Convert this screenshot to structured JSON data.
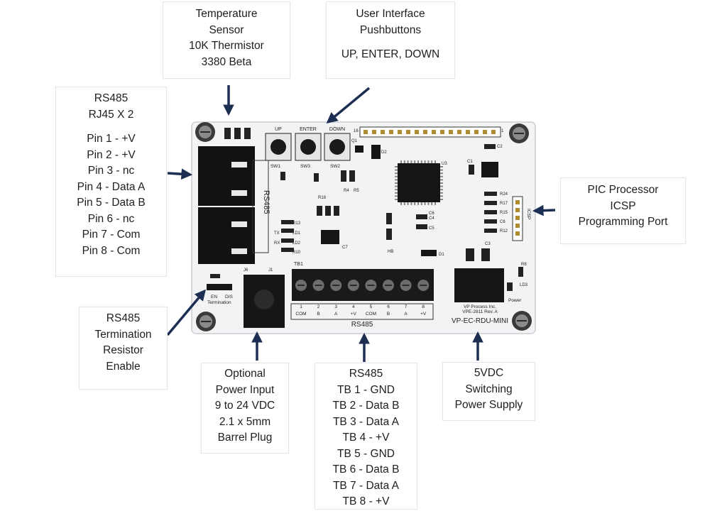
{
  "callouts": {
    "temp_sensor": [
      "Temperature",
      "Sensor",
      "10K Thermistor",
      "3380 Beta"
    ],
    "ui_buttons": {
      "title": [
        "User Interface",
        "Pushbuttons"
      ],
      "detail": "UP, ENTER, DOWN"
    },
    "rj45": {
      "title": [
        "RS485",
        "RJ45 X 2"
      ],
      "pins": [
        "Pin 1 - +V",
        "Pin 2 - +V",
        "Pin 3 - nc",
        "Pin 4 - Data A",
        "Pin 5 - Data B",
        "Pin 6 - nc",
        "Pin 7 - Com",
        "Pin 8 - Com"
      ]
    },
    "pic": [
      "PIC Processor",
      "ICSP",
      "Programming Port"
    ],
    "termination": [
      "RS485",
      "Termination",
      "Resistor",
      "Enable"
    ],
    "power_input": [
      "Optional",
      "Power Input",
      "9 to 24 VDC",
      "2.1 x 5mm",
      "Barrel Plug"
    ],
    "tb": {
      "title": "RS485",
      "lines": [
        "TB 1 - GND",
        "TB 2 - Data B",
        "TB 3 - Data A",
        "TB 4 - +V",
        "TB 5 - GND",
        "TB 6 - Data B",
        "TB 7 - Data A",
        "TB 8 - +V"
      ]
    },
    "psu": [
      "5VDC",
      "Switching",
      "Power Supply"
    ]
  },
  "board": {
    "buttons": [
      "UP",
      "ENTER",
      "DOWN"
    ],
    "switch_refs": [
      "SW1",
      "SW3",
      "SW2"
    ],
    "rs485_vertical": "RS485",
    "rs485_bottom": "RS485",
    "term_labels": [
      "EN",
      "DIS"
    ],
    "term_word": "Termination",
    "tb_ref": "TB1",
    "tb_numbers": [
      "1",
      "2",
      "3",
      "4",
      "5",
      "6",
      "7",
      "8"
    ],
    "tb_signals": [
      "COM",
      "B",
      "A",
      "+V",
      "COM",
      "B",
      "A",
      "+V"
    ],
    "maker": "VP Process Inc.",
    "rev": "VPE-2811 Rev. A",
    "model": "VP-EC-RDU-MINI",
    "power_label": "Power",
    "icsp_label": "ICSP",
    "ref_labels": [
      "U3",
      "Q1",
      "D2",
      "C1",
      "C2",
      "R13",
      "LD1",
      "LD2",
      "R10",
      "TX",
      "RX",
      "C4",
      "C5",
      "C6",
      "HB",
      "D1",
      "R24",
      "R17",
      "R15",
      "C6",
      "R12",
      "J6",
      "R18",
      "R4",
      "R5",
      "C7",
      "J1",
      "C3",
      "R8",
      "LD3",
      "16",
      "1"
    ]
  },
  "colors": {
    "arrow": "#1c2f52",
    "board": "#f2f3f5",
    "connector": "#121212",
    "terminal": "#1a1a1a"
  }
}
